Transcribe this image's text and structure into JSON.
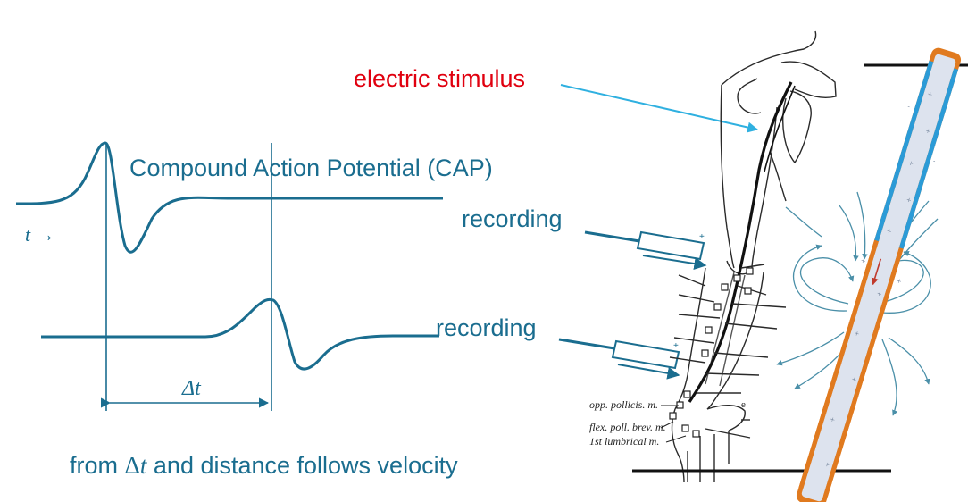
{
  "labels": {
    "stimulus": "electric stimulus",
    "cap": "Compound Action Potential (CAP)",
    "recording_top": "recording",
    "recording_bottom": "recording",
    "time_axis": "t →",
    "delta_t": "Δt",
    "footer_pre": "from ",
    "footer_delta": "Δ",
    "footer_t": "t",
    "footer_post": " and distance follows velocity"
  },
  "anatomy_labels": {
    "opp_pollicis": "opp. pollicis. m.",
    "flex_poll_brev": "flex. poll. brev. m.",
    "lumbrical": "1st lumbrical m.",
    "small_e": "e"
  },
  "colors": {
    "teal": "#1a6d8f",
    "stimulus_red": "#e0000f",
    "arrow_blue": "#2fb0e0",
    "axon_orange": "#e07a1f",
    "axon_blue": "#2b9bd7",
    "axon_fill": "#dde3ee"
  }
}
